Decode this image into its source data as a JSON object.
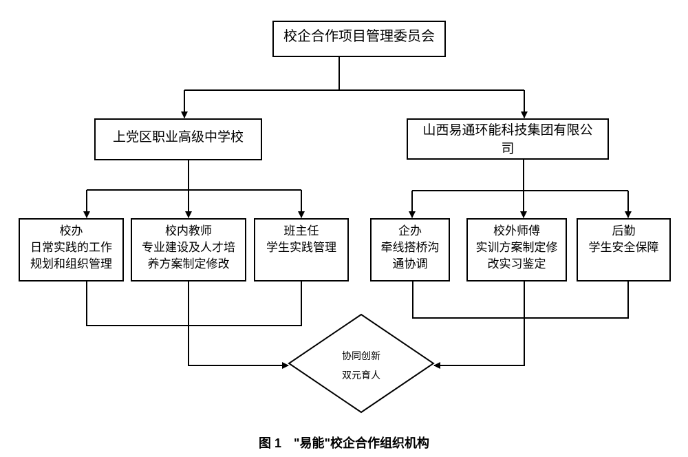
{
  "diagram": {
    "type": "org-chart",
    "root": {
      "label": "校企合作项目管理委员会"
    },
    "branches": [
      {
        "label": "上党区职业高级中学校",
        "children": [
          {
            "title": "校办",
            "desc_lines": [
              "日常实践的工作",
              "规划和组织管理"
            ]
          },
          {
            "title": "校内教师",
            "desc_lines": [
              "专业建设及人才培",
              "养方案制定修改"
            ]
          },
          {
            "title": "班主任",
            "desc_lines": [
              "学生实践管理"
            ]
          }
        ]
      },
      {
        "label_lines": [
          "山西易通环能科技集团有限公",
          "司"
        ],
        "children": [
          {
            "title": "企办",
            "desc_lines": [
              "牵线搭桥沟",
              "通协调"
            ]
          },
          {
            "title": "校外师傅",
            "desc_lines": [
              "实训方案制定修",
              "改实习鉴定"
            ]
          },
          {
            "title": "后勤",
            "desc_lines": [
              "学生安全保障"
            ]
          }
        ]
      }
    ],
    "goal": {
      "lines": [
        "协同创新",
        "双元育人"
      ]
    }
  },
  "caption": {
    "figure_label": "图 1",
    "text": "\"易能\"校企合作组织机构"
  }
}
